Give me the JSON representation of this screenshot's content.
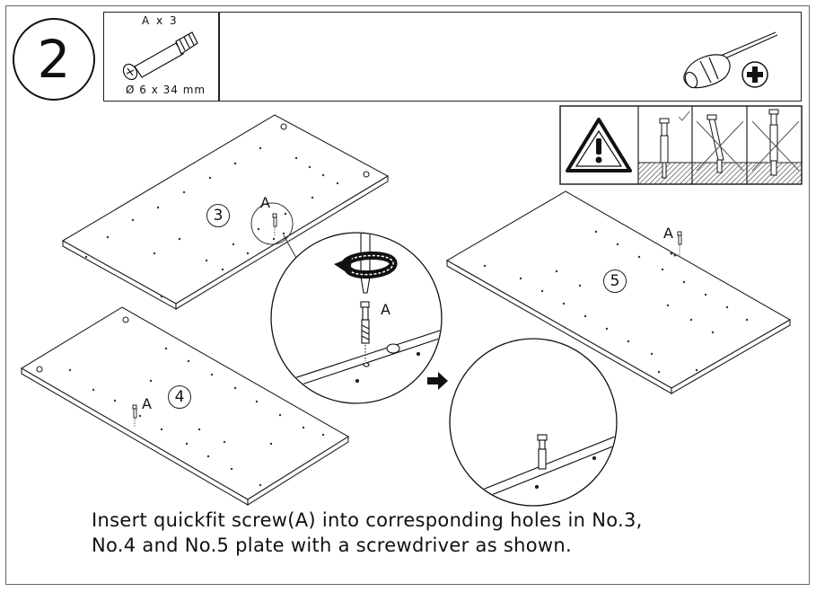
{
  "step_number": "2",
  "parts": {
    "quantity": "A x 3",
    "dimension": "Ø 6 x 34 mm"
  },
  "plates": {
    "plate_3": "3",
    "plate_4": "4",
    "plate_5": "5"
  },
  "part_labels": {
    "on_plate_3": "A",
    "in_zoom": "A",
    "on_plate_4": "A",
    "on_plate_5": "A"
  },
  "instruction": {
    "line1": "Insert quickfit screw(A) into corresponding holes in No.3,",
    "line2": "No.4 and No.5 plate with a screwdriver as shown."
  },
  "icons": [
    "warning-icon",
    "screwdriver-icon",
    "phillips-head-icon",
    "arrow-right-icon",
    "rotate-arrow-icon"
  ]
}
